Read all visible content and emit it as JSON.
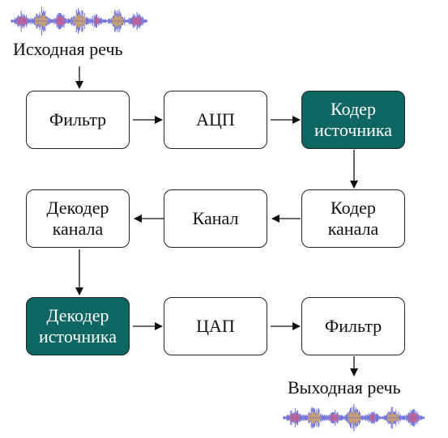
{
  "input_label": "Исходная речь",
  "output_label": "Выходная речь",
  "blocks": {
    "filter_in": "Фильтр",
    "adc": "АЦП",
    "source_coder": "Кодер\nисточника",
    "channel_coder": "Кодер\nканала",
    "channel": "Канал",
    "channel_decoder": "Декодер\nканала",
    "source_decoder": "Декодер\nисточника",
    "dac": "ЦАП",
    "filter_out": "Фильтр"
  },
  "colors": {
    "highlight_block": "#0d6661",
    "waveform_blue": "#6b6fd6",
    "waveform_red": "#d9557a",
    "waveform_orange": "#e0a84a"
  }
}
